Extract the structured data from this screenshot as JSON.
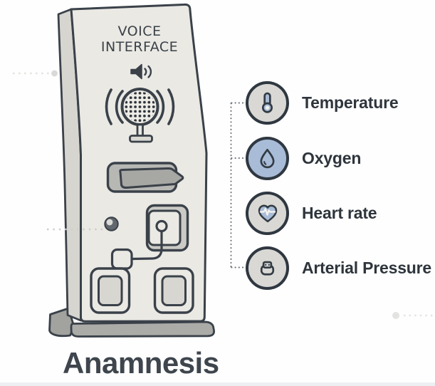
{
  "illustration": {
    "device": {
      "panel_title": "VOICE INTERFACE",
      "caption": "Anamnesis",
      "features": [
        "speaker",
        "microphone",
        "card-slot",
        "knob",
        "handset-holder",
        "cable-connector",
        "keypad-left",
        "keypad-right"
      ]
    },
    "legend": {
      "items": [
        {
          "label": "Temperature",
          "icon": "thermometer-icon",
          "circle_color": "#d9d8d4"
        },
        {
          "label": "Oxygen",
          "icon": "droplet-icon",
          "circle_color": "#a8bcd8"
        },
        {
          "label": "Heart rate",
          "icon": "heart-pulse-icon",
          "circle_color": "#d9d8d4"
        },
        {
          "label": "Arterial Pressure",
          "icon": "bp-monitor-icon",
          "circle_color": "#d9d8d4"
        }
      ]
    },
    "colors": {
      "outline": "#3a4149",
      "device_face": "#eae9e4",
      "device_side": "#d6d5d0",
      "accent_blue": "#a9bdd9",
      "text_dark": "#2e353c",
      "base_gray": "#ababa7"
    }
  }
}
